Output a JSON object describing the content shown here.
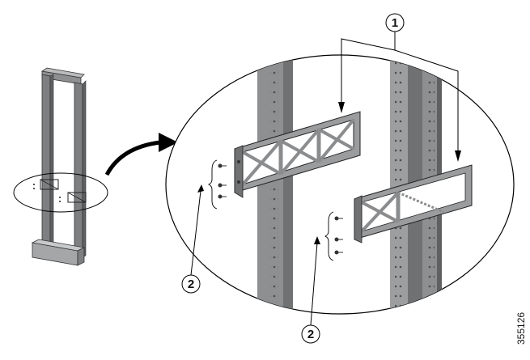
{
  "callouts": [
    {
      "id": "callout-1",
      "label": "1"
    },
    {
      "id": "callout-2a",
      "label": "2"
    },
    {
      "id": "callout-2b",
      "label": "2"
    }
  ],
  "figure_id": "355126",
  "colors": {
    "rack_dark": "#6f7173",
    "rack_mid": "#8d8f91",
    "rack_light": "#b9bbbd",
    "bracket": "#9a9c9e",
    "line": "#000000"
  }
}
